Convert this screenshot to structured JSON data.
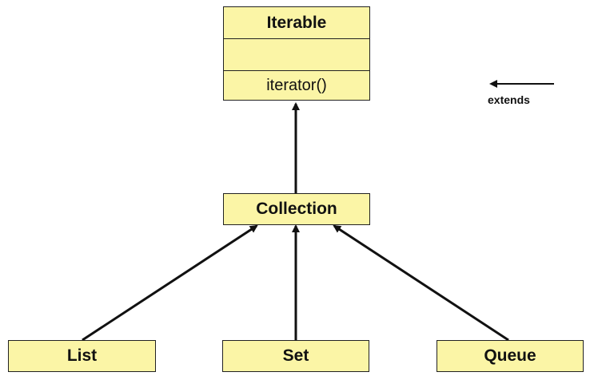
{
  "diagram": {
    "iterable": {
      "name": "Iterable",
      "attributes": "",
      "method": "iterator()"
    },
    "collection": "Collection",
    "list": "List",
    "set": "Set",
    "queue": "Queue",
    "legend": {
      "label": "extends"
    }
  }
}
